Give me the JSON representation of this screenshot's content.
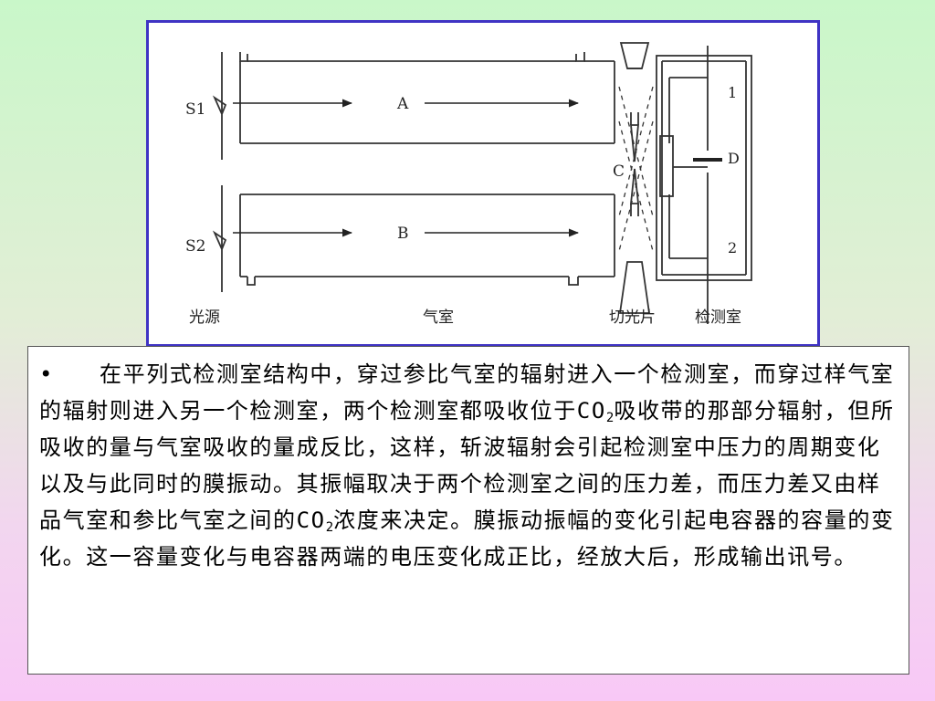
{
  "diagram": {
    "labels": {
      "s1": "S1",
      "s2": "S2",
      "a": "A",
      "b": "B",
      "c": "C",
      "d": "D",
      "num1": "1",
      "num2": "2",
      "light_source": "光源",
      "gas_chamber": "气室",
      "chopper": "切光片",
      "detector": "检测室"
    }
  },
  "text": {
    "bullet": "•",
    "seg1": "在平列式检测室结构中，穿过参比气室的辐射进入一个检测室，而穿过样气室的辐射则进入另一个检测室，两个检测室都吸收位于CO",
    "sub1": "2",
    "seg2": "吸收带的那部分辐射，但所吸收的量与气室吸收的量成反比，这样，斩波辐射会引起检测室中压力的周期变化以及与此同时的膜振动。其振幅取决于两个检测室之间的压力差，而压力差又由样品气室和参比气室之间的CO",
    "sub2": "2",
    "seg3": "浓度来决定。膜振动振幅的变化引起电容器的容量的变化。这一容量变化与电容器两端的电压变化成正比，经放大后，形成输出讯号。"
  }
}
